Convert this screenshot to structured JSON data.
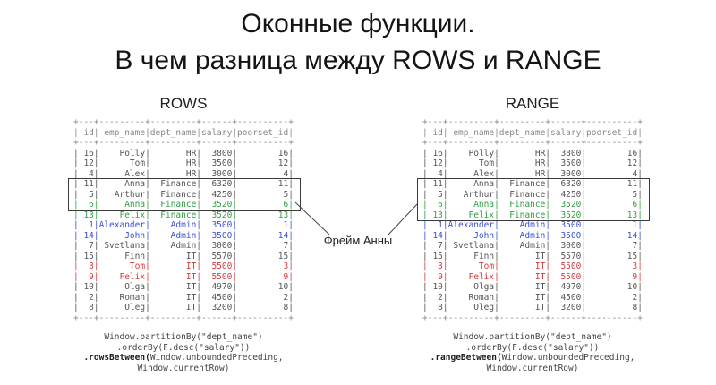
{
  "title": {
    "line1": "Оконные функции.",
    "line2": "В чем разница между ROWS и RANGE"
  },
  "annotation": "Фрейм Анны",
  "columns": [
    "id",
    "emp_name",
    "dept_name",
    "salary",
    "poorset_id"
  ],
  "rows": [
    {
      "id": "16",
      "emp_name": "Polly",
      "dept_name": "HR",
      "salary": "3800",
      "poorset_id": "16",
      "color": "default"
    },
    {
      "id": "12",
      "emp_name": "Tom",
      "dept_name": "HR",
      "salary": "3500",
      "poorset_id": "12",
      "color": "default"
    },
    {
      "id": "4",
      "emp_name": "Alex",
      "dept_name": "HR",
      "salary": "3000",
      "poorset_id": "4",
      "color": "default"
    },
    {
      "id": "11",
      "emp_name": "Anna",
      "dept_name": "Finance",
      "salary": "6320",
      "poorset_id": "11",
      "color": "default"
    },
    {
      "id": "5",
      "emp_name": "Arthur",
      "dept_name": "Finance",
      "salary": "4250",
      "poorset_id": "5",
      "color": "default"
    },
    {
      "id": "6",
      "emp_name": "Anna",
      "dept_name": "Finance",
      "salary": "3520",
      "poorset_id": "6",
      "color": "green"
    },
    {
      "id": "13",
      "emp_name": "Felix",
      "dept_name": "Finance",
      "salary": "3520",
      "poorset_id": "13",
      "color": "green"
    },
    {
      "id": "1",
      "emp_name": "Alexander",
      "dept_name": "Admin",
      "salary": "3500",
      "poorset_id": "1",
      "color": "blue"
    },
    {
      "id": "14",
      "emp_name": "John",
      "dept_name": "Admin",
      "salary": "3500",
      "poorset_id": "14",
      "color": "blue"
    },
    {
      "id": "7",
      "emp_name": "Svetlana",
      "dept_name": "Admin",
      "salary": "3000",
      "poorset_id": "7",
      "color": "default"
    },
    {
      "id": "15",
      "emp_name": "Finn",
      "dept_name": "IT",
      "salary": "5570",
      "poorset_id": "15",
      "color": "default"
    },
    {
      "id": "3",
      "emp_name": "Tom",
      "dept_name": "IT",
      "salary": "5500",
      "poorset_id": "3",
      "color": "red"
    },
    {
      "id": "9",
      "emp_name": "Felix",
      "dept_name": "IT",
      "salary": "5500",
      "poorset_id": "9",
      "color": "red"
    },
    {
      "id": "10",
      "emp_name": "Olga",
      "dept_name": "IT",
      "salary": "4970",
      "poorset_id": "10",
      "color": "default"
    },
    {
      "id": "2",
      "emp_name": "Roman",
      "dept_name": "IT",
      "salary": "4500",
      "poorset_id": "2",
      "color": "default"
    },
    {
      "id": "8",
      "emp_name": "Oleg",
      "dept_name": "IT",
      "salary": "3200",
      "poorset_id": "8",
      "color": "default"
    }
  ],
  "colors": {
    "green": "#2f9e44",
    "blue": "#3b4fd8",
    "red": "#d23b3b",
    "text": "#555555",
    "border": "#888888"
  },
  "tables": [
    {
      "label": "ROWS",
      "frame": {
        "start": 3,
        "end": 5
      },
      "code": [
        [
          {
            "t": "Window.partitionBy(\"dept_name\")"
          }
        ],
        [
          {
            "t": ".orderBy(F.desc(\"salary\"))"
          }
        ],
        [
          {
            "t": ".rowsBetween(",
            "b": true
          },
          {
            "t": "Window.unboundedPreceding,"
          }
        ],
        [
          {
            "t": "Window.currentRow)"
          }
        ]
      ]
    },
    {
      "label": "RANGE",
      "frame": {
        "start": 3,
        "end": 6
      },
      "code": [
        [
          {
            "t": "Window.partitionBy(\"dept_name\")"
          }
        ],
        [
          {
            "t": ".orderBy(F.desc(\"salary\"))"
          }
        ],
        [
          {
            "t": ".rangeBetween(",
            "b": true
          },
          {
            "t": "Window.unboundedPreceding,"
          }
        ],
        [
          {
            "t": "Window.currentRow)"
          }
        ]
      ]
    }
  ]
}
